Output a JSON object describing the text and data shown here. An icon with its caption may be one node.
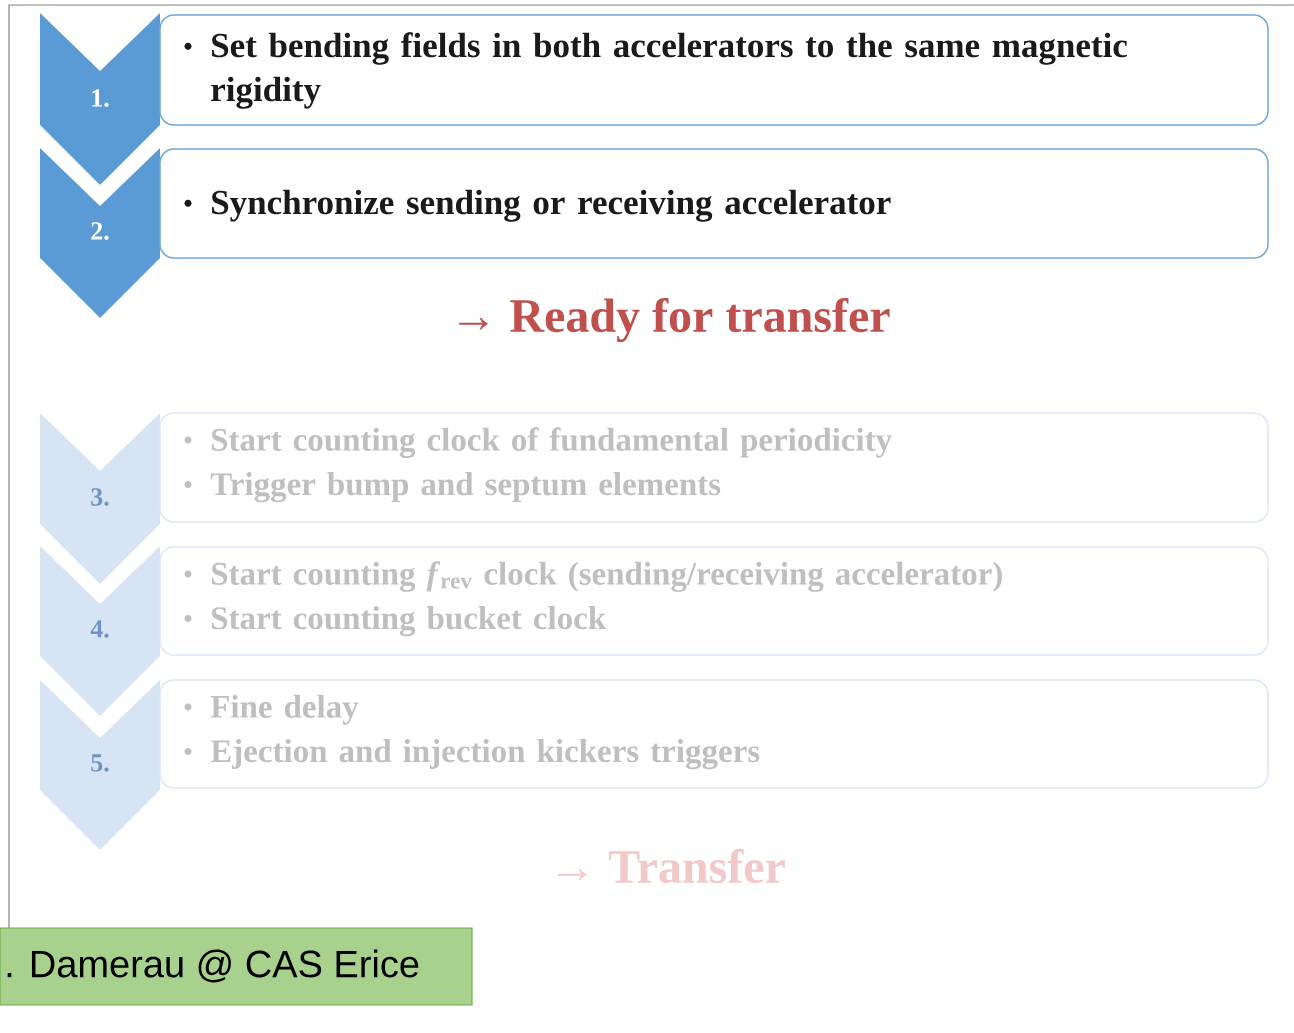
{
  "diagram": {
    "nodes": [
      {
        "text": [
          "1."
        ]
      },
      {
        "text": [
          "Set bending fields in both accelerators to the same magnetic rigidity"
        ]
      },
      {
        "text": [
          "2."
        ]
      },
      {
        "text": [
          "Synchronize sending or receiving accelerator"
        ]
      },
      {
        "text": [
          "3."
        ]
      },
      {
        "text": [
          "Start counting clock of fundamental periodicity",
          "Trigger bump and septum elements"
        ]
      },
      {
        "text": [
          "4."
        ]
      },
      {
        "text": [
          "Start counting *f*$_{rev}$ clock (sending/receiving accelerator)",
          "Start counting bucket clock"
        ]
      },
      {
        "text": [
          "5."
        ]
      },
      {
        "text": [
          "Fine delay",
          "Ejection and injection kickers triggers"
        ]
      },
      {
        "text": [
          ". Damerau @ CAS Erice"
        ]
      }
    ],
    "labels": [
      "→ Ready for transfer",
      "→ Transfer"
    ]
  }
}
